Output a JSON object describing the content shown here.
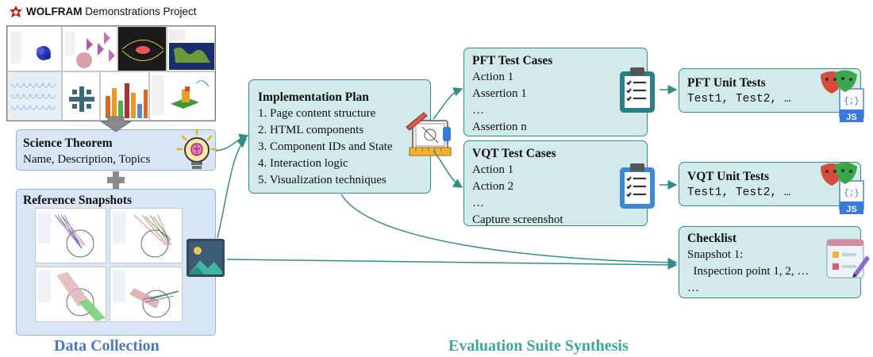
{
  "header": {
    "brand": "WOLFRAM",
    "project": "Demonstrations Project"
  },
  "science": {
    "title": "Science Theorem",
    "text": "Name, Description, Topics"
  },
  "reference": {
    "title": "Reference Snapshots"
  },
  "plan": {
    "title": "Implementation Plan",
    "items": [
      "1. Page content structure",
      "2. HTML components",
      "3. Component IDs and State",
      "4. Interaction logic",
      "5. Visualization techniques"
    ]
  },
  "pft": {
    "title": "PFT Test Cases",
    "lines": [
      "Action 1",
      "Assertion 1",
      "…",
      "Assertion n"
    ]
  },
  "vqt": {
    "title": "VQT Test Cases",
    "lines": [
      "Action 1",
      "Action 2",
      "…",
      "Capture screenshot"
    ]
  },
  "pft_unit": {
    "title": "PFT Unit Tests",
    "code": "Test1, Test2, …"
  },
  "vqt_unit": {
    "title": "VQT Unit Tests",
    "code": "Test1, Test2, …"
  },
  "checklist": {
    "title": "Checklist",
    "lines": [
      "Snapshot 1:",
      "  Inspection point 1, 2, …",
      "…"
    ]
  },
  "badges": {
    "js": "JS"
  },
  "captions": {
    "left": "Data Collection",
    "right": "Evaluation Suite Synthesis"
  },
  "colors": {
    "teal": "#2f8f88",
    "teal_fill": "#d3eaea",
    "blue_fill": "#d9e6f5",
    "caption_blue": "#4a78c4",
    "caption_teal": "#3aa89e",
    "wolfram_red": "#dd1100"
  }
}
